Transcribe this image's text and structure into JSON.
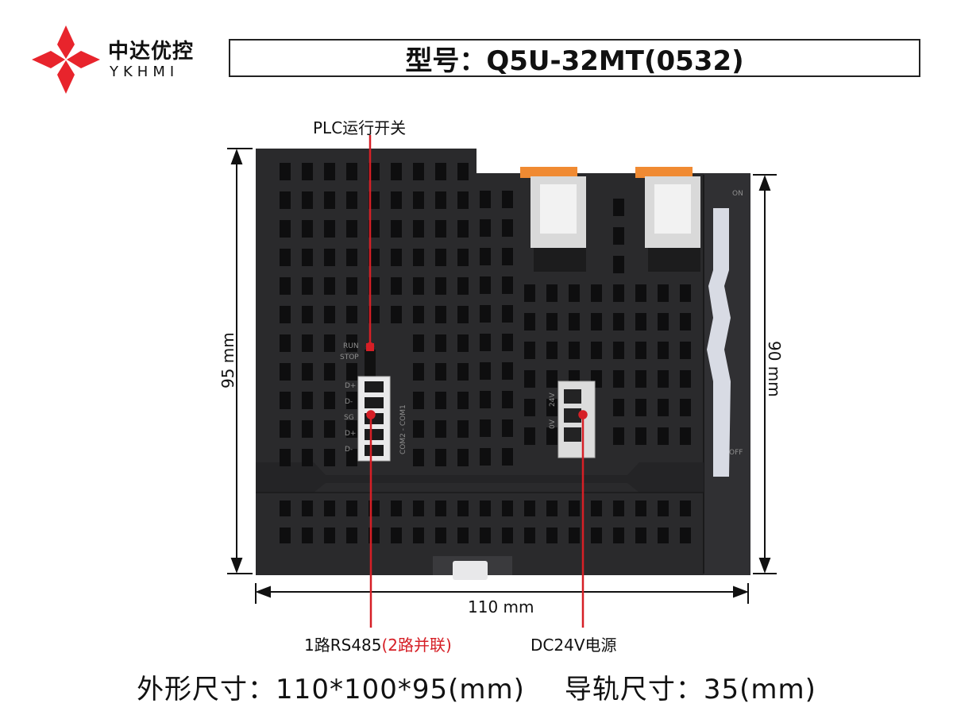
{
  "brand": {
    "name": "中达优控",
    "sub": "YKHMI",
    "colors": {
      "logo": "#e8242c"
    }
  },
  "header": {
    "title": "型号：Q5U-32MT(0532)"
  },
  "callouts": {
    "switch": "PLC运行开关",
    "rs485_main": "1路RS485",
    "rs485_note": "(2路并联)",
    "power": "DC24V电源"
  },
  "dimensions": {
    "height_left": "95 mm",
    "height_right": "90 mm",
    "width_bottom": "110 mm"
  },
  "device_labels": {
    "run": "RUN",
    "stop": "STOP",
    "d_plus": "D+",
    "d_minus": "D-",
    "sg": "SG",
    "com": "COM2 - COM1",
    "zero_v": "0V",
    "v24": "24V",
    "on": "ON",
    "off": "OFF"
  },
  "footer": {
    "size": "外形尺寸：110*100*95(mm)",
    "rail": "导轨尺寸：35(mm)"
  },
  "colors": {
    "accent": "#d61f26",
    "device_body": "#2a2a2c",
    "device_slot": "#0e0e0f",
    "connector": "#dcdcdc",
    "orange_tab": "#f08a32"
  }
}
